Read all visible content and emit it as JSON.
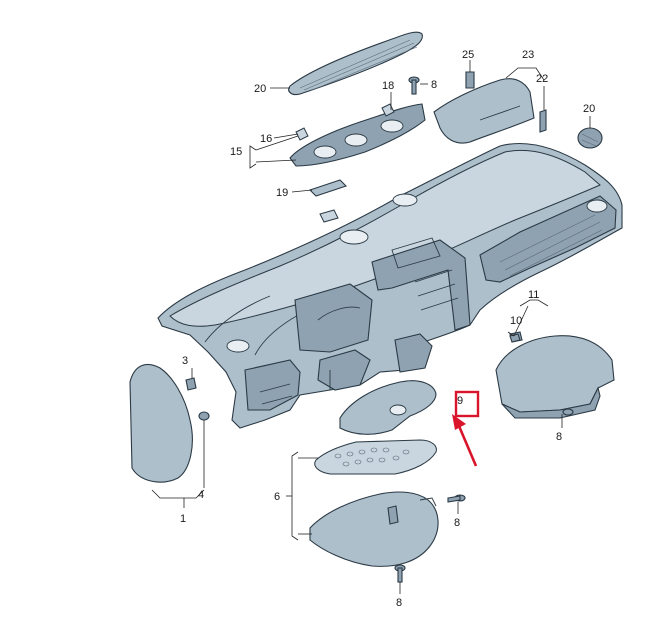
{
  "callouts": {
    "c1": "1",
    "c3": "3",
    "c4": "4",
    "c6": "6",
    "c8a": "8",
    "c8b": "8",
    "c8c": "8",
    "c8d": "8",
    "c9": "9",
    "c10": "10",
    "c11": "11",
    "c15": "15",
    "c16": "16",
    "c18": "18",
    "c19": "19",
    "c20a": "20",
    "c20b": "20",
    "c22": "22",
    "c23": "23",
    "c25": "25"
  },
  "colors": {
    "part_fill": "#aebfcc",
    "part_outline": "#2b3a45",
    "highlight_box": "#d9142b",
    "arrow": "#d9142b"
  }
}
